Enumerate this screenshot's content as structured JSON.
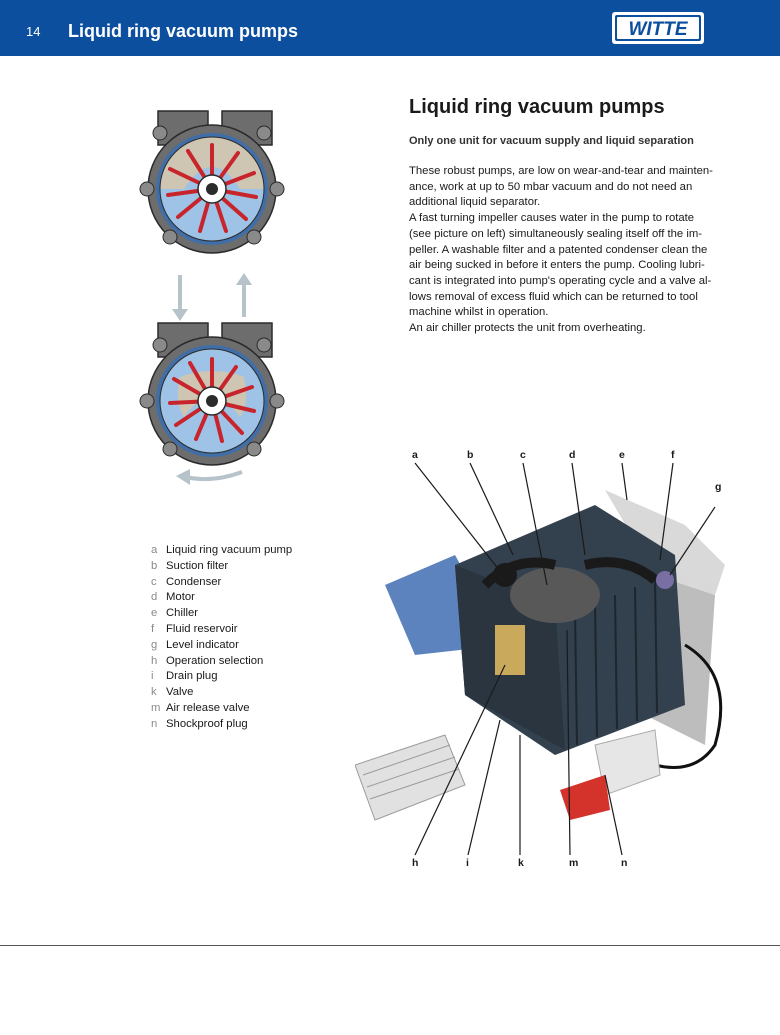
{
  "header": {
    "page_number": "14",
    "title": "Liquid ring vacuum pumps",
    "logo_text": "WITTE",
    "brand_color": "#0c4f9e"
  },
  "article": {
    "title": "Liquid ring vacuum pumps",
    "subtitle": "Only one unit for vacuum supply and liquid separation",
    "paragraphs": [
      "These robust pumps, are low on wear-and-tear and mainten-ance, work at up to 50 mbar vacuum and do not need an additional liquid separator.",
      "A fast turning impeller causes water in the pump to rotate (see picture on left) simultaneously sealing itself off the im-peller. A washable filter and a patented condenser clean the air being sucked in before it enters the pump. Cooling lubri-cant is integrated into pump's operating cycle and a valve al-lows removal of excess fluid which can be returned to tool machine whilst in operation.",
      "An air chiller protects the unit from overheating."
    ]
  },
  "legend": [
    {
      "key": "a",
      "label": "Liquid ring vacuum pump"
    },
    {
      "key": "b",
      "label": "Suction filter"
    },
    {
      "key": "c",
      "label": "Condenser"
    },
    {
      "key": "d",
      "label": "Motor"
    },
    {
      "key": "e",
      "label": "Chiller"
    },
    {
      "key": "f",
      "label": "Fluid reservoir"
    },
    {
      "key": "g",
      "label": "Level indicator"
    },
    {
      "key": "h",
      "label": "Operation selection"
    },
    {
      "key": "i",
      "label": "Drain plug"
    },
    {
      "key": "k",
      "label": "Valve"
    },
    {
      "key": "m",
      "label": "Air release valve"
    },
    {
      "key": "n",
      "label": "Shockproof plug"
    }
  ],
  "callouts": {
    "a": "a",
    "b": "b",
    "c": "c",
    "d": "d",
    "e": "e",
    "f": "f",
    "g": "g",
    "h": "h",
    "i": "i",
    "k": "k",
    "m": "m",
    "n": "n"
  },
  "icons": [
    "pump-cross-section-icon",
    "down-arrow-icon",
    "up-arrow-icon",
    "rotation-arrow-icon"
  ]
}
